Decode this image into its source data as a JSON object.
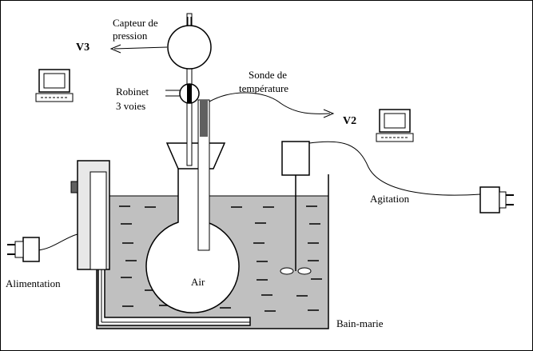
{
  "labels": {
    "pressure_sensor_line1": "Capteur de",
    "pressure_sensor_line2": "pression",
    "v3": "V3",
    "valve_line1": "Robinet",
    "valve_line2": "3 voies",
    "temp_probe_line1": "Sonde de",
    "temp_probe_line2": "température",
    "v2": "V2",
    "stirring": "Agitation",
    "power_supply": "Alimentation",
    "air": "Air",
    "water_bath": "Bain-marie"
  },
  "colors": {
    "water": "#c0c0c0",
    "probe": "#606060",
    "heater_box": "#e8e8e8",
    "line": "#000000"
  }
}
